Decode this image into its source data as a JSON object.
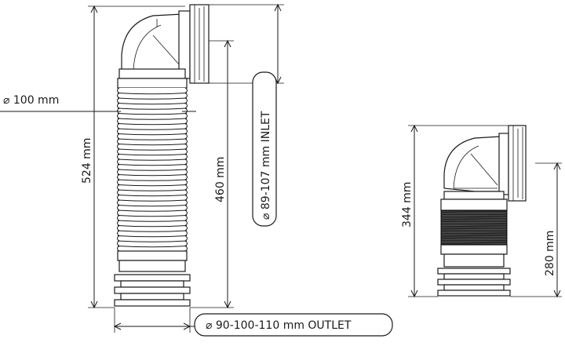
{
  "labels": {
    "pipe_diameter": "⌀ 100 mm",
    "total_length_extended": "524 mm",
    "body_length_extended": "460 mm",
    "inlet": "⌀ 89-107 mm INLET",
    "outlet": "⌀ 90-100-110 mm OUTLET",
    "total_length_compressed": "344 mm",
    "body_length_compressed": "280 mm"
  },
  "colors": {
    "line": "#1a1a1a",
    "fill": "#ffffff",
    "compressed_corrugation": "#1a1a1a"
  }
}
